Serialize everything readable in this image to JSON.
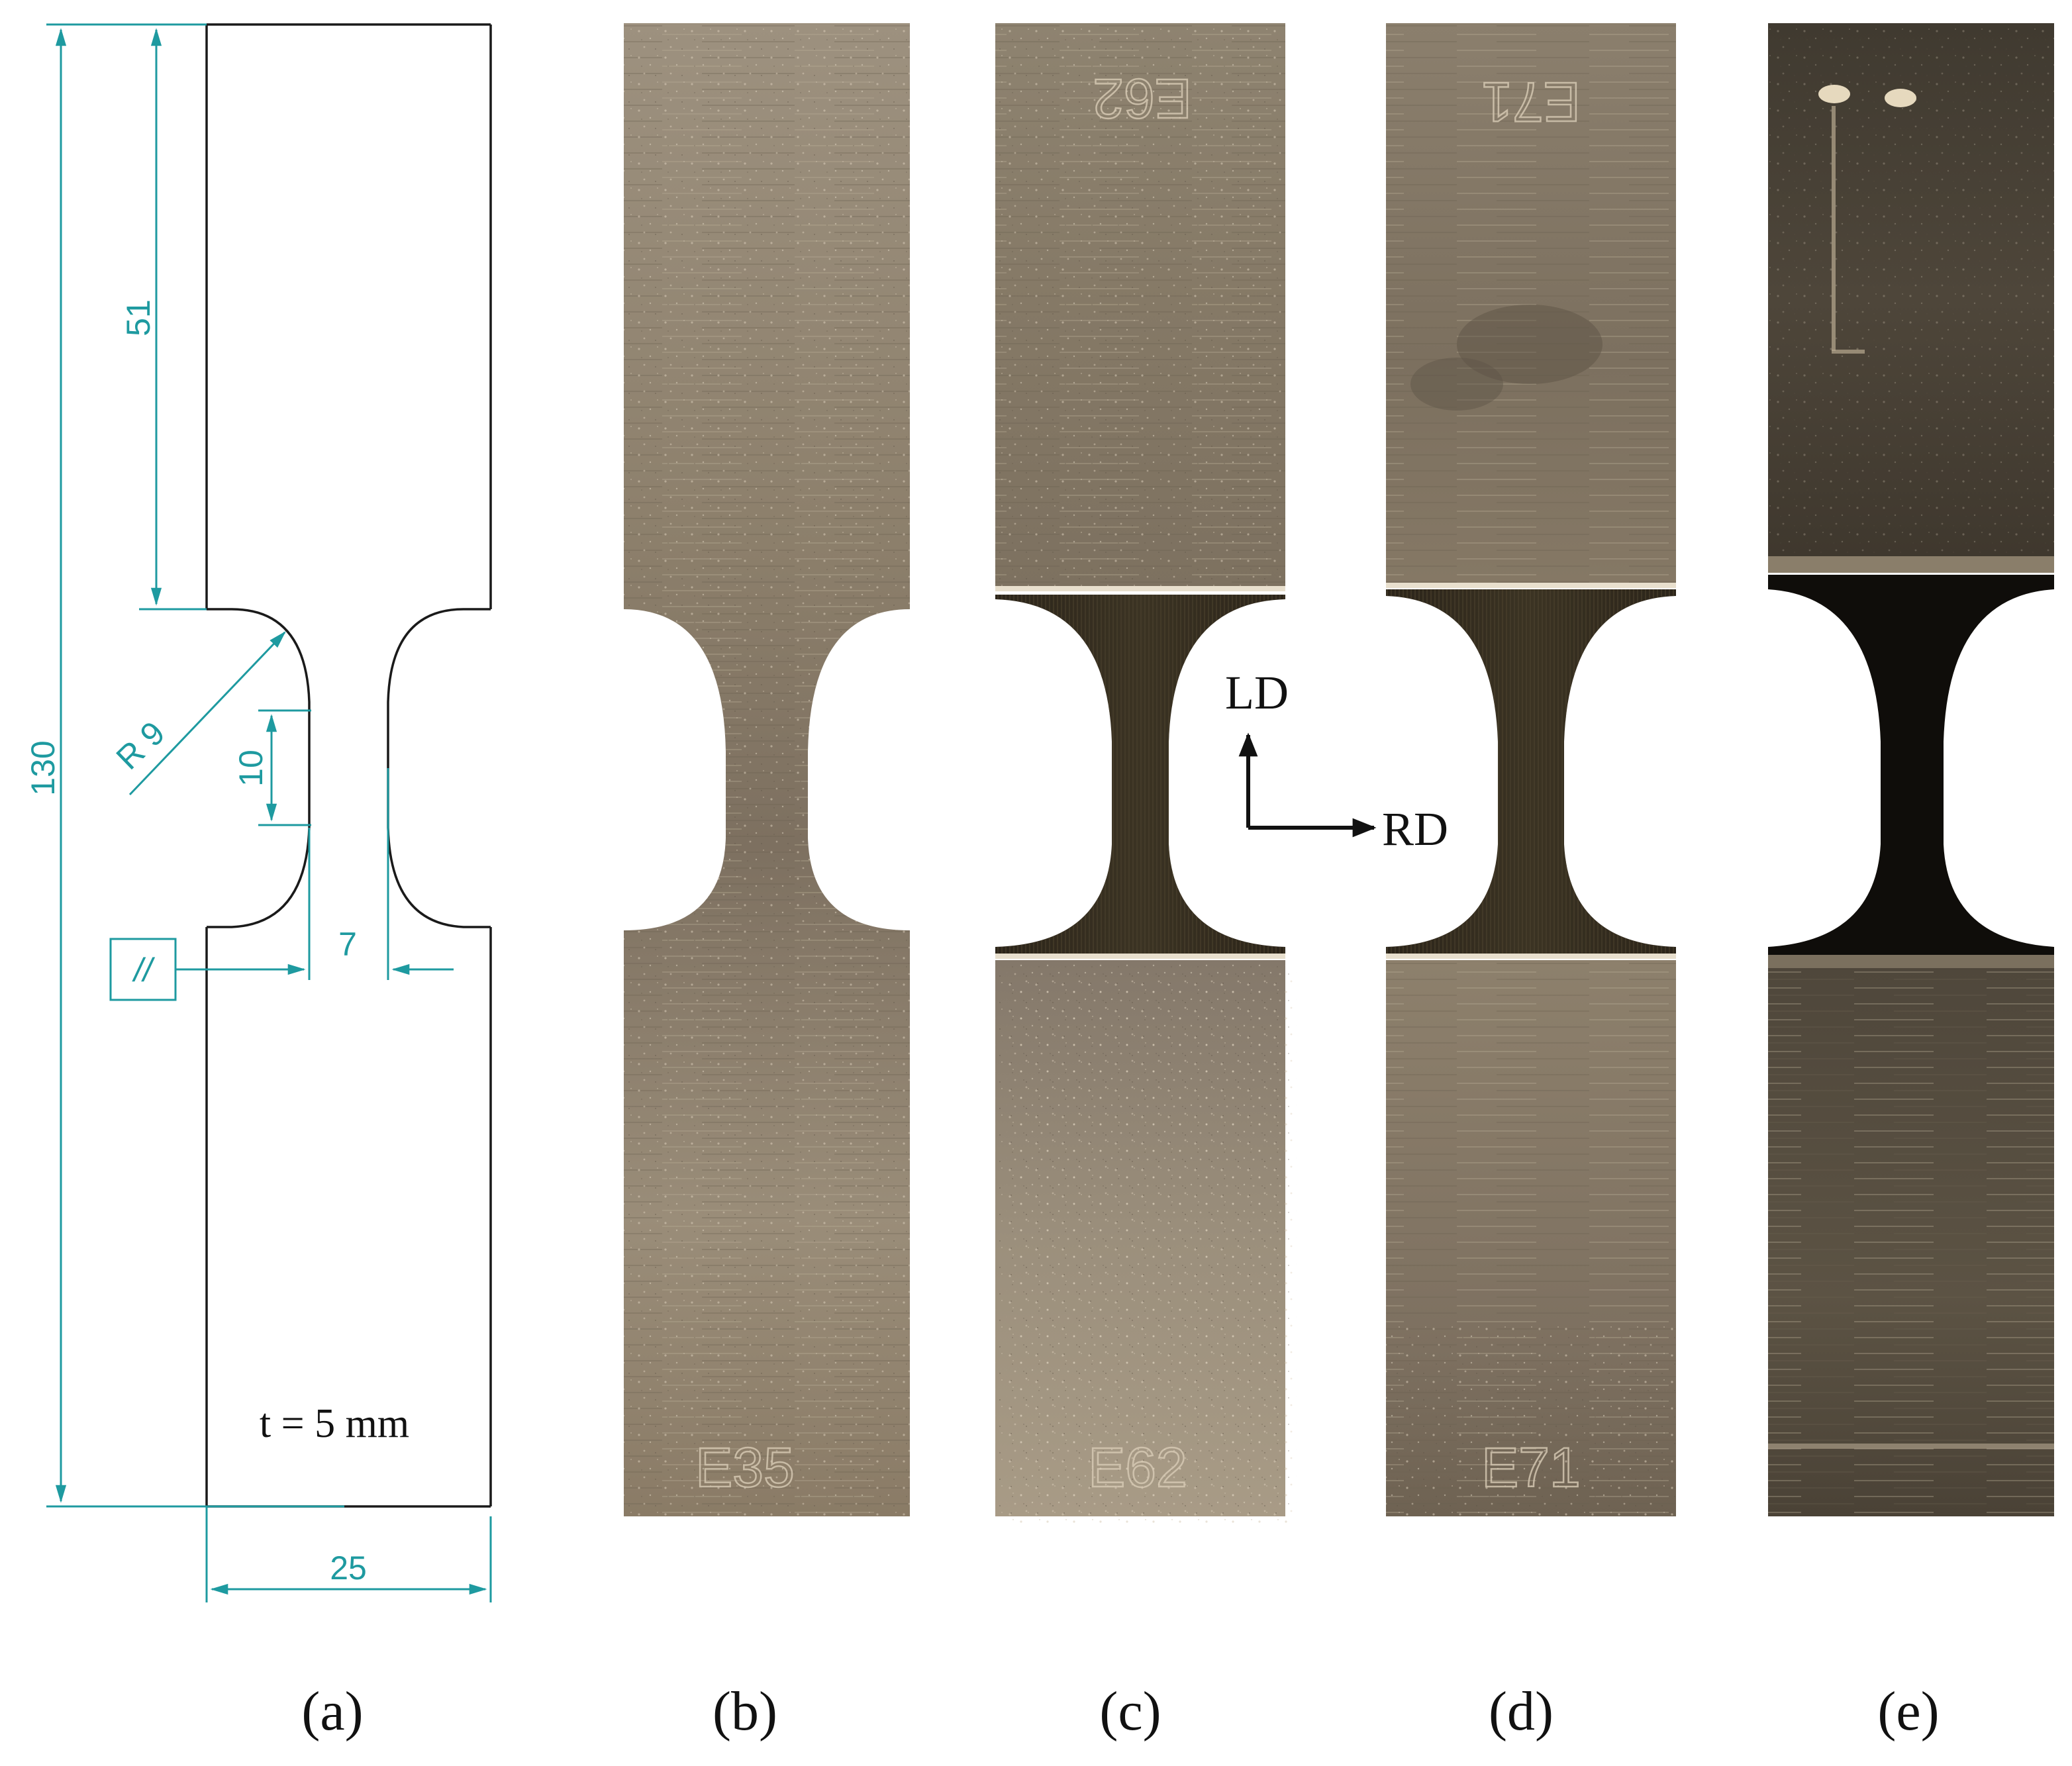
{
  "drawing": {
    "dims": {
      "total_length": "130",
      "grip_length": "51",
      "radius": "R 9",
      "gauge_length": "10",
      "gauge_width": "7",
      "width": "25"
    },
    "thickness_note": "t = 5 mm",
    "parallel_symbol": "//"
  },
  "specimens": {
    "b_label": "E35",
    "c_label": "E62",
    "d_label": "E71",
    "c_top_mark": "E62",
    "d_top_mark": "E71"
  },
  "axes": {
    "vertical": "LD",
    "horizontal": "RD"
  },
  "captions": [
    "(a)",
    "(b)",
    "(c)",
    "(d)",
    "(e)"
  ],
  "colors": {
    "dimension": "#1e9aa0",
    "metal_light": "#a0927e",
    "metal_dark": "#2a2418",
    "strip_e": "#3a342b"
  }
}
